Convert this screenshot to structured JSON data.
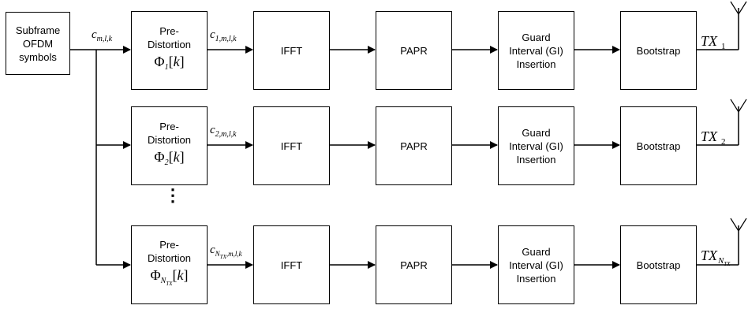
{
  "source": {
    "lines": [
      "Subframe",
      "OFDM",
      "symbols"
    ]
  },
  "input_signal": {
    "base": "c",
    "sub": "m,l,k"
  },
  "chains": [
    {
      "predistortion": {
        "line1": "Pre-",
        "line2": "Distortion",
        "phi_sub": "1",
        "phi_sub_sub": "",
        "arg": "k"
      },
      "signal": {
        "base": "c",
        "sub_main": "1,m,l,k",
        "sub_sub": ""
      },
      "ifft": "IFFT",
      "papr": "PAPR",
      "gi": {
        "lines": [
          "Guard",
          "Interval (GI)",
          "Insertion"
        ]
      },
      "bootstrap": "Bootstrap",
      "tx": {
        "base": "TX",
        "sub": "1",
        "sub_sub": ""
      }
    },
    {
      "predistortion": {
        "line1": "Pre-",
        "line2": "Distortion",
        "phi_sub": "2",
        "phi_sub_sub": "",
        "arg": "k"
      },
      "signal": {
        "base": "c",
        "sub_main": "2,m,l,k",
        "sub_sub": ""
      },
      "ifft": "IFFT",
      "papr": "PAPR",
      "gi": {
        "lines": [
          "Guard",
          "Interval (GI)",
          "Insertion"
        ]
      },
      "bootstrap": "Bootstrap",
      "tx": {
        "base": "TX",
        "sub": "2",
        "sub_sub": ""
      }
    },
    {
      "predistortion": {
        "line1": "Pre-",
        "line2": "Distortion",
        "phi_sub": "N",
        "phi_sub_sub": "TX",
        "arg": "k"
      },
      "signal": {
        "base": "c",
        "sub_main": "N",
        "sub_sub": "TX",
        "sub_tail": ",m,l,k"
      },
      "ifft": "IFFT",
      "papr": "PAPR",
      "gi": {
        "lines": [
          "Guard",
          "Interval (GI)",
          "Insertion"
        ]
      },
      "bootstrap": "Bootstrap",
      "tx": {
        "base": "TX",
        "sub": "N",
        "sub_sub": "TX"
      }
    }
  ],
  "ellipsis": "⋮"
}
